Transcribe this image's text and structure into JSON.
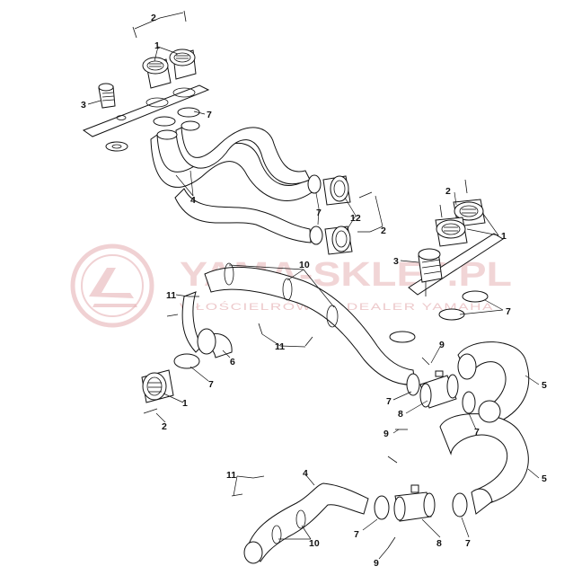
{
  "watermark": {
    "brand": "YAMA-SKLEP.PL",
    "sub": "WŁOŚCIELRÓWICZ DEALER YAMAHA"
  },
  "callouts": {
    "c1a": "1",
    "c2a": "2",
    "c3a": "3",
    "c7a": "7",
    "c4a": "4",
    "c7b": "7",
    "c12": "12",
    "c2b": "2",
    "c2c": "2",
    "c1b": "1",
    "c3b": "3",
    "c7c": "7",
    "c10a": "10",
    "c11a": "11",
    "c11b": "11",
    "c6": "6",
    "c7d": "7",
    "c1c": "1",
    "c2d": "2",
    "c9a": "9",
    "c7e": "7",
    "c8a": "8",
    "c7f": "7",
    "c5a": "5",
    "c9b": "9",
    "c5b": "5",
    "c11c": "11",
    "c4b": "4",
    "c10b": "10",
    "c7g": "7",
    "c8b": "8",
    "c7h": "7",
    "c9c": "9"
  },
  "colors": {
    "line": "#111111",
    "watermark": "#e6b3b6"
  }
}
